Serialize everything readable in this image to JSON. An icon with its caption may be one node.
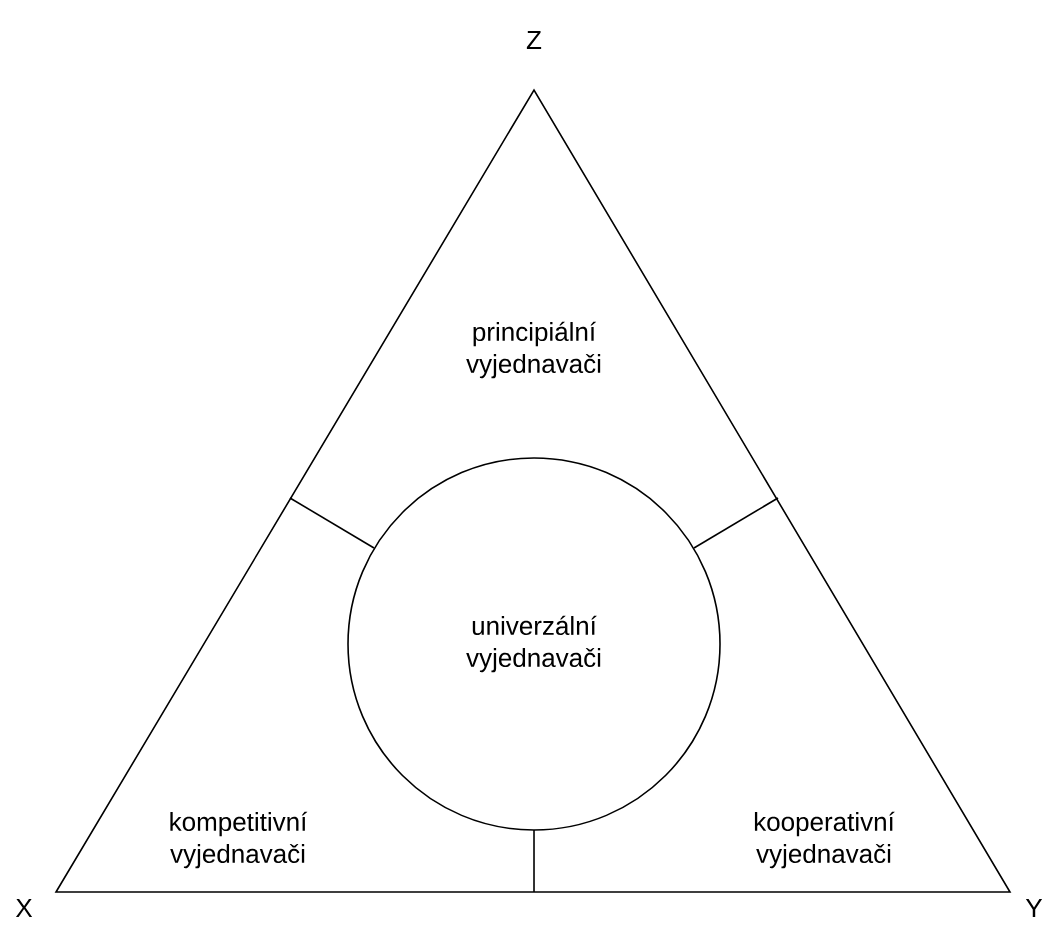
{
  "diagram": {
    "nodes": [
      {
        "text": [],
        "shape": "triangle"
      },
      {
        "text": [
          "univerzální vyjednavači"
        ],
        "in": 0
      }
    ],
    "labels": [
      "Z",
      "principiální vyjednavači",
      "kompetitivní vyjednavači",
      "kooperativní vyjednavači",
      "X",
      "Y"
    ]
  }
}
